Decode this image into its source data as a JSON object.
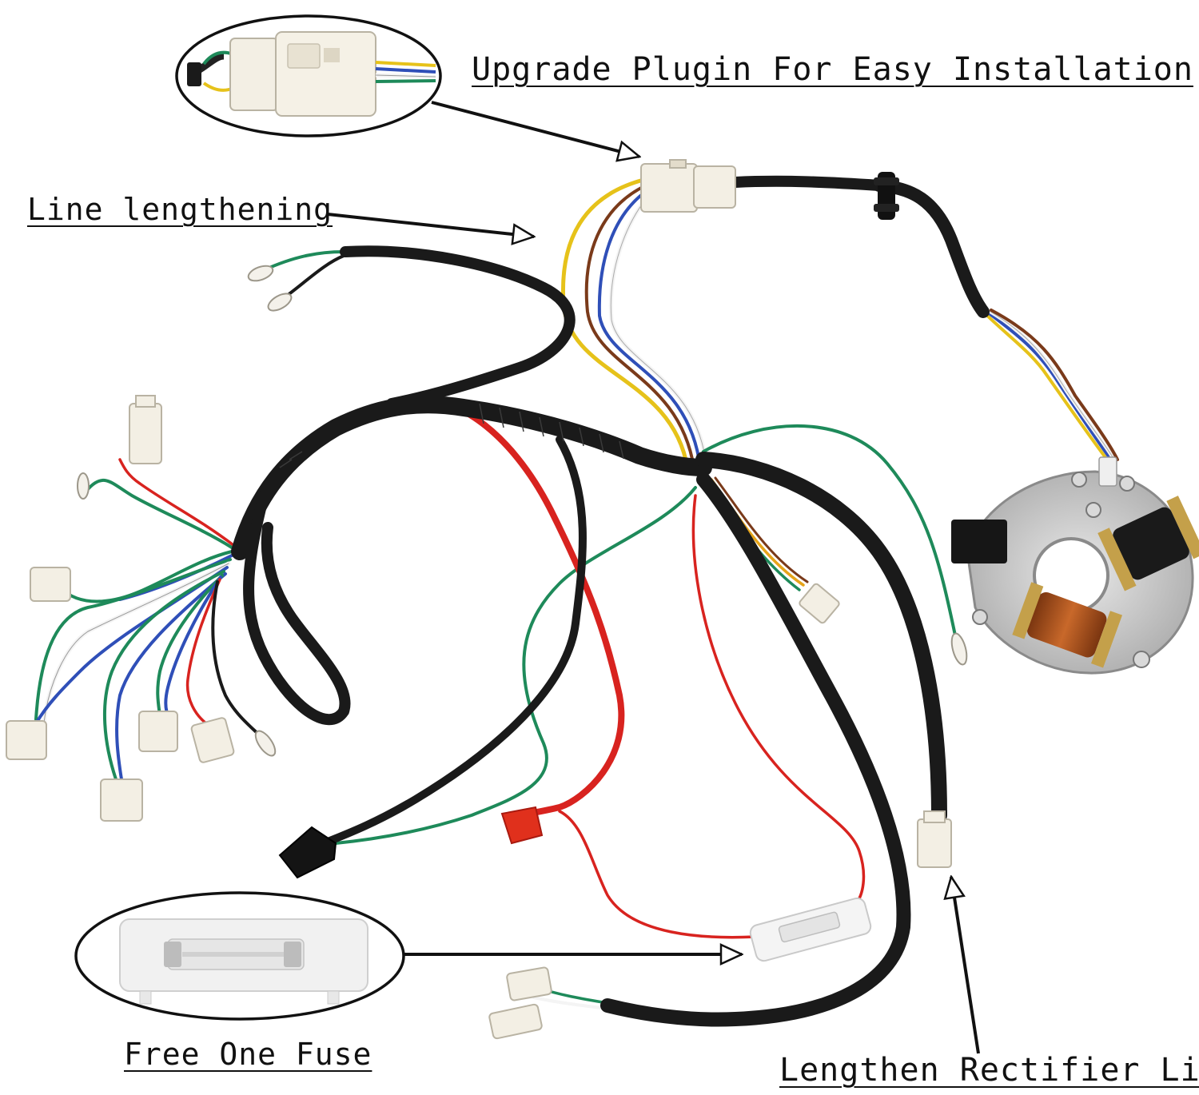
{
  "labels": {
    "upgrade_plugin": "Upgrade Plugin For Easy Installation",
    "line_lengthening": "Line lengthening",
    "free_fuse": "Free One Fuse",
    "lengthen_rectifier": "Lengthen Rectifier Line"
  },
  "colors": {
    "background": "#ffffff",
    "harness_black": "#1a1a1a",
    "wire_red": "#d8231f",
    "wire_green": "#1e8a5a",
    "wire_yellow": "#e6c21a",
    "wire_blue": "#2f4fb8",
    "wire_white": "#f4f4f4",
    "wire_brown": "#7a3a1a",
    "connector_cream": "#f3efe4",
    "stator_metal": "#c9c9c9",
    "coil_copper": "#b5541c"
  },
  "icons": {
    "plugin_callout": "connector-plug-icon",
    "fuse_callout": "fuse-holder-icon",
    "stator": "magneto-stator-icon"
  }
}
